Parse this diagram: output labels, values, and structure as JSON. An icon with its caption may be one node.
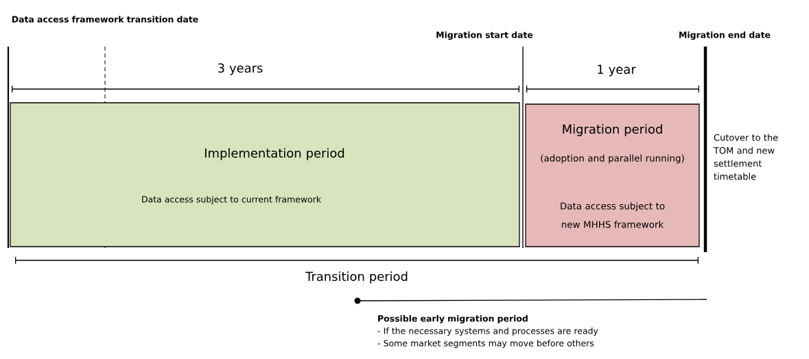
{
  "diagram": {
    "nodes": [
      {
        "text": [
          "Implementation period",
          "Data access subject to current framework"
        ]
      },
      {
        "text": [
          "Migration period",
          "(adoption and parallel running)",
          "Data access subject to new MHHS framework"
        ]
      }
    ],
    "labels": [
      "Data access framework transition date",
      "Migration start date",
      "Migration end date",
      "3 years",
      "1 year",
      "Cutover to the TOM and new settlement timetable",
      "Transition period",
      "Possible early migration period",
      "- If the necessary systems and processes are ready",
      "- Some market segments may move before others"
    ]
  }
}
